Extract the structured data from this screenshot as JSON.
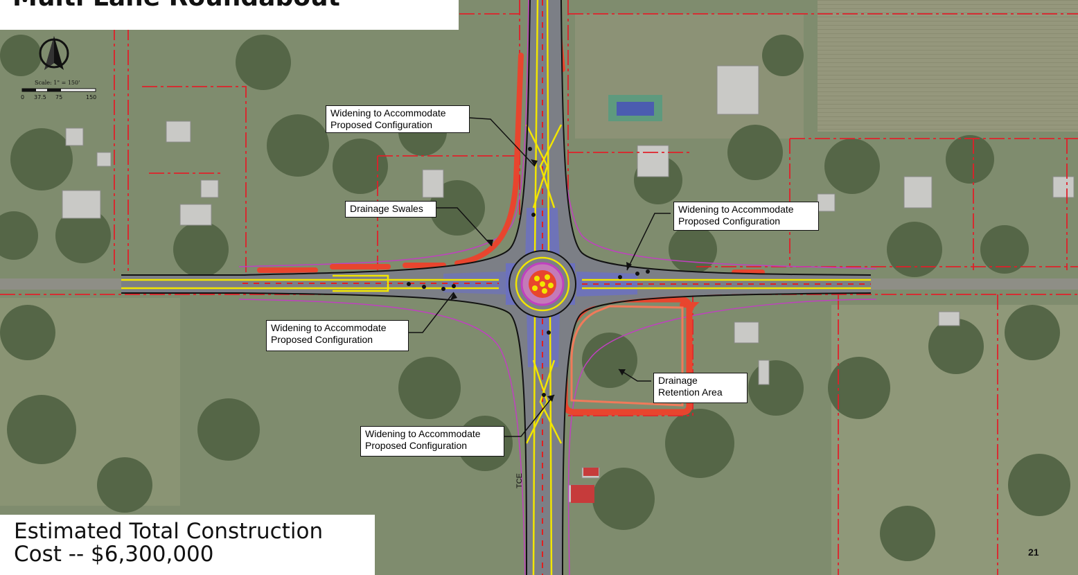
{
  "title": "Multi Lane Roundabout",
  "north_arrow": {
    "icon": "north-arrow-icon",
    "scale_label": "Scale: 1\" = 150'",
    "scale_ticks": [
      "0",
      "37.5",
      "75",
      "150"
    ]
  },
  "callouts": {
    "widening_north": [
      "Widening to Accommodate",
      "Proposed Configuration"
    ],
    "drainage_swales": "Drainage Swales",
    "widening_east": [
      "Widening to Accommodate",
      "Proposed Configuration"
    ],
    "widening_west": [
      "Widening to Accommodate",
      "Proposed Configuration"
    ],
    "drainage_retention": [
      "Drainage",
      "Retention Area"
    ],
    "widening_south": [
      "Widening to Accommodate",
      "Proposed Configuration"
    ]
  },
  "tce_label": "TCE",
  "cost": [
    "Estimated Total Construction",
    "Cost -- $6,300,000"
  ],
  "page_number": "21",
  "colors": {
    "aerial_base": "#7d8a6a",
    "trees": "#4e5e3e",
    "road_yellow": "#f2e600",
    "pavement_blue": "#6a6fc8",
    "right_of_way": "#e0202a",
    "swale": "#e8452e",
    "magenta_limit": "#c040c0"
  }
}
